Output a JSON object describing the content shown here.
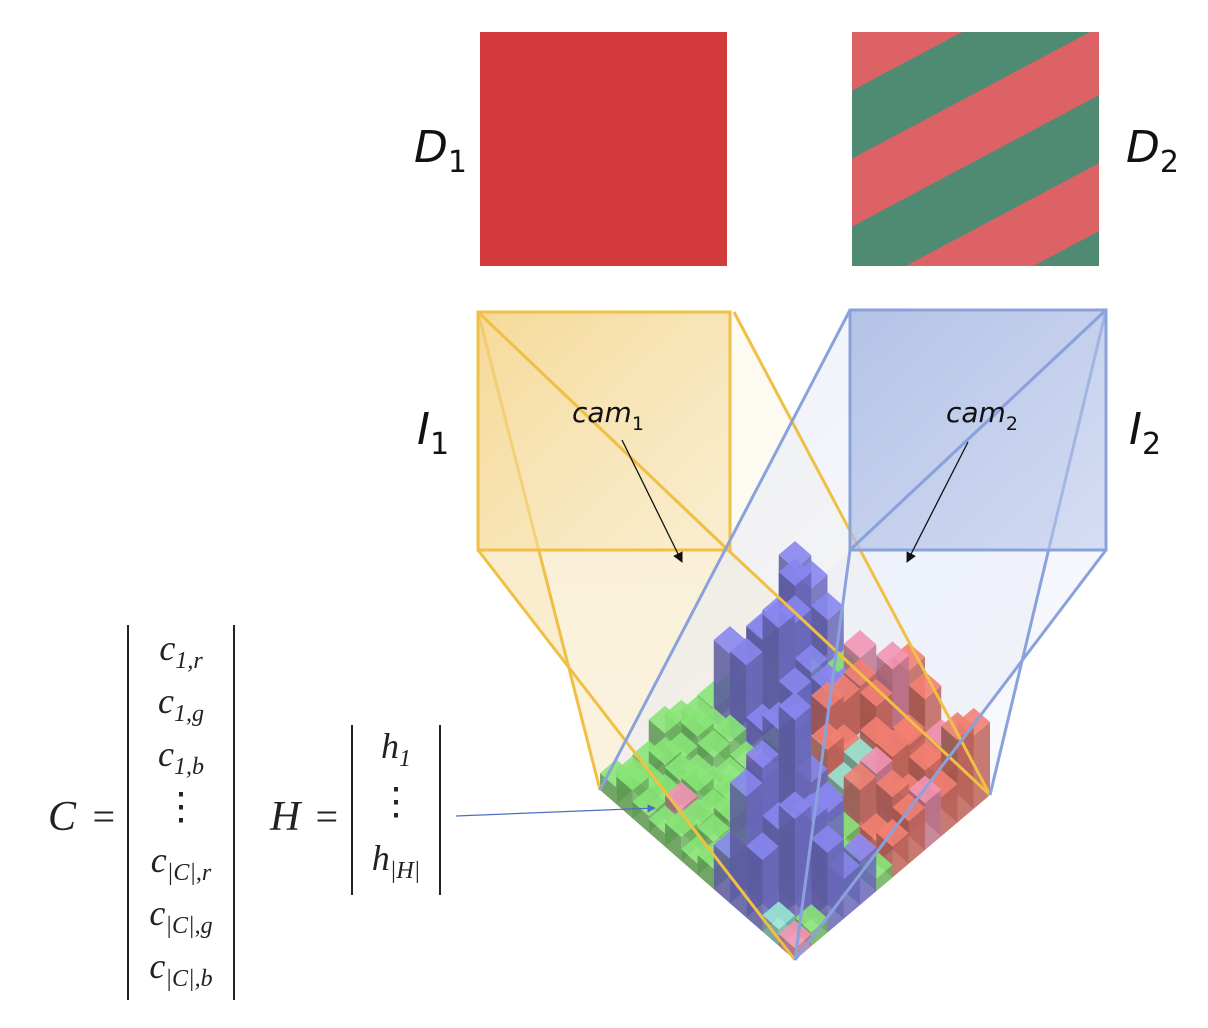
{
  "labels": {
    "d1": {
      "main": "D",
      "sub": "1"
    },
    "d2": {
      "main": "D",
      "sub": "2"
    },
    "i1": {
      "main": "I",
      "sub": "1"
    },
    "i2": {
      "main": "I",
      "sub": "2"
    },
    "cam1": {
      "main": "cam",
      "sub": "1"
    },
    "cam2": {
      "main": "cam",
      "sub": "2"
    }
  },
  "vector_c": {
    "name": "C",
    "eq": "=",
    "entries": [
      {
        "main": "c",
        "sub": "1,r"
      },
      {
        "main": "c",
        "sub": "1,g"
      },
      {
        "main": "c",
        "sub": "1,b"
      },
      {
        "main": "⋮",
        "sub": ""
      },
      {
        "main": "c",
        "sub": "|C|,r"
      },
      {
        "main": "c",
        "sub": "|C|,g"
      },
      {
        "main": "c",
        "sub": "|C|,b"
      }
    ]
  },
  "vector_h": {
    "name": "H",
    "eq": "=",
    "entries": [
      {
        "main": "h",
        "sub": "1"
      },
      {
        "main": "⋮",
        "sub": ""
      },
      {
        "main": "h",
        "sub": "|H|"
      }
    ]
  },
  "colors": {
    "d1_fill": "#d23a3b",
    "d2_green": "#4f8a72",
    "d2_pink": "#dc6266",
    "frustum1": "#f0c45a",
    "frustum2": "#8fa8dc",
    "voxel_green": "#7ed36e",
    "voxel_blue": "#7d7cdc",
    "voxel_red": "#e0766a",
    "voxel_pink": "#e08aa8",
    "voxel_teal": "#8fd6c4"
  }
}
